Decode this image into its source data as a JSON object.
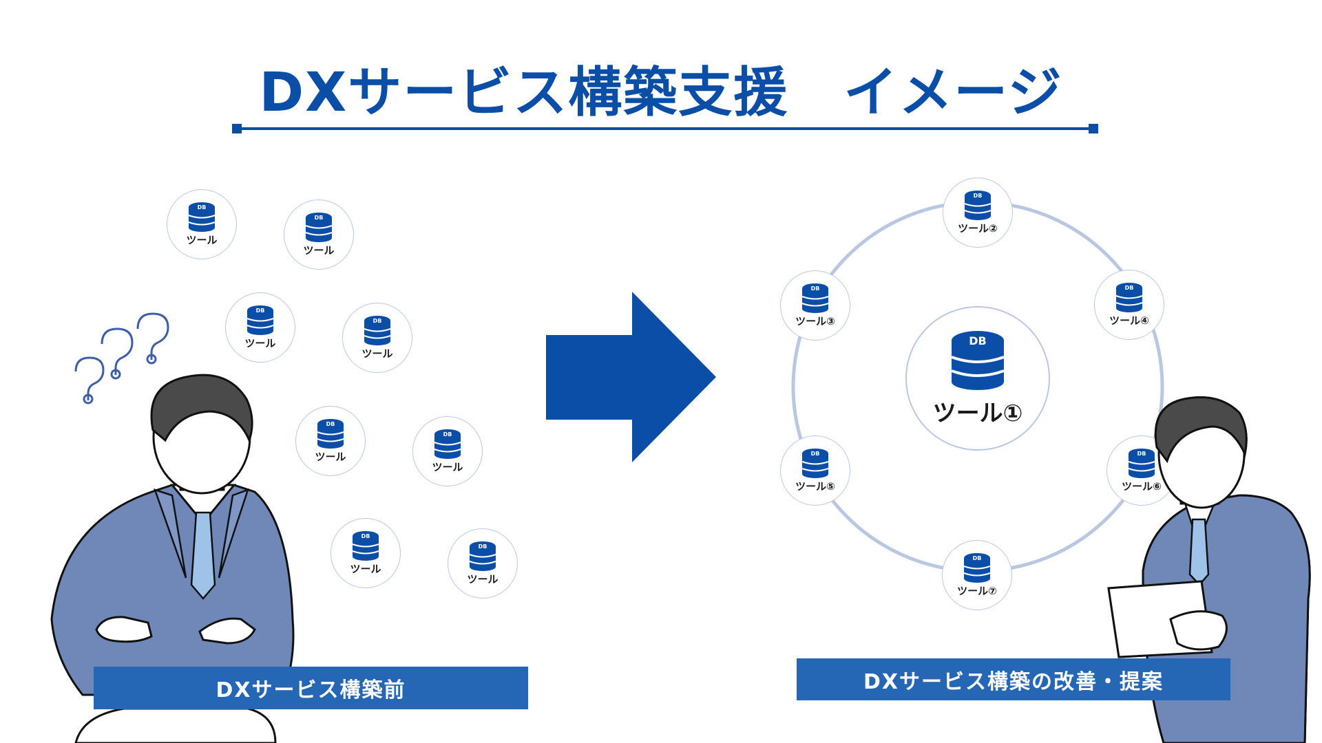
{
  "title": "DXサービス構築支援　イメージ",
  "colors": {
    "accent": "#0b4ea8",
    "caption_bg": "#2566b5",
    "ring": "#b9c7e3",
    "suit": "#6f88b8",
    "tie": "#9fc2e8"
  },
  "db_icon_text": "DB",
  "before": {
    "nodes": [
      "ツール",
      "ツール",
      "ツール",
      "ツール",
      "ツール",
      "ツール",
      "ツール",
      "ツール"
    ],
    "caption": "DXサービス構築前"
  },
  "after": {
    "center": "ツール①",
    "nodes": [
      "ツール②",
      "ツール③",
      "ツール④",
      "ツール⑤",
      "ツール⑥",
      "ツール⑦"
    ],
    "caption": "DXサービス構築の改善・提案"
  },
  "icons": [
    "question-marks-icon",
    "db-icon",
    "arrow-right-icon",
    "businessman-confused-icon",
    "businessman-tablet-icon"
  ]
}
